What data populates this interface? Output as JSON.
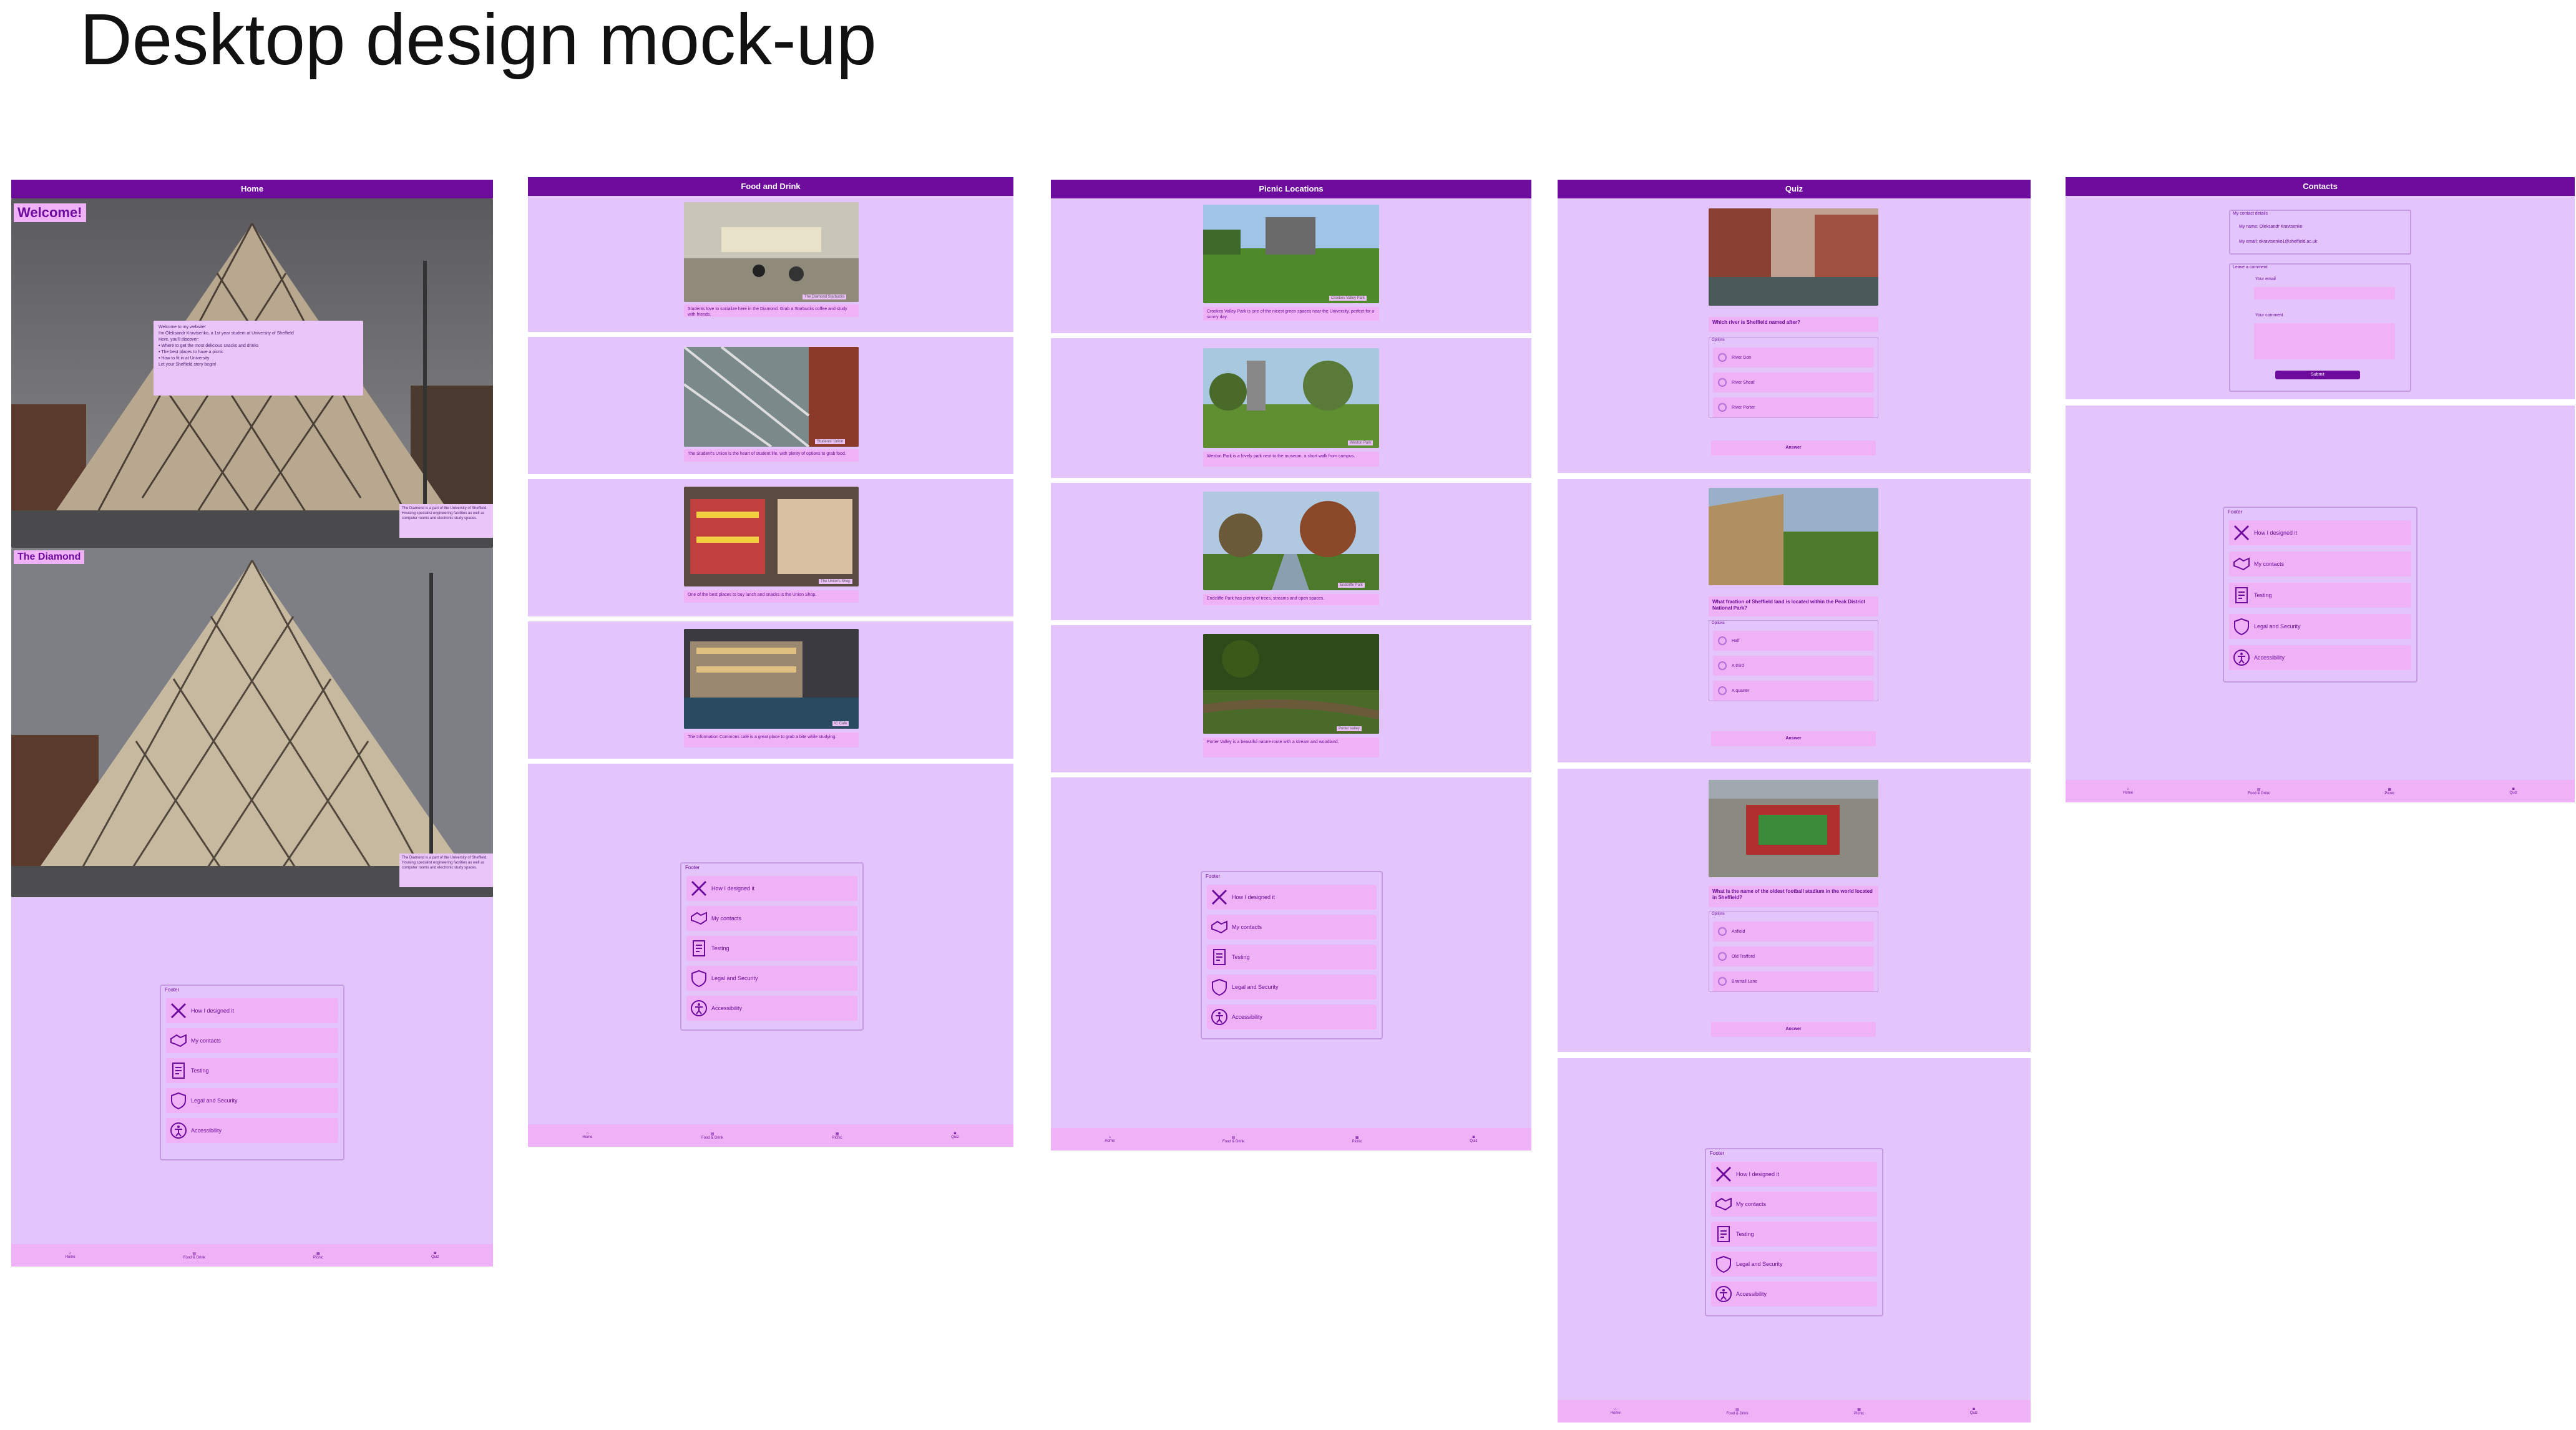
{
  "page_title": "Desktop design mock-up",
  "colors": {
    "brand": "#6c0b9c",
    "bg": "#e3c4fb",
    "accent": "#f0b2f7"
  },
  "nav": [
    {
      "label": "Home",
      "icon": "home-icon"
    },
    {
      "label": "Food & Drink",
      "icon": "food-icon"
    },
    {
      "label": "Picnic",
      "icon": "picnic-icon"
    },
    {
      "label": "Quiz",
      "icon": "quiz-icon"
    }
  ],
  "footer": {
    "label": "Footer",
    "items": [
      {
        "label": "How I designed it",
        "icon": "design-tools-icon"
      },
      {
        "label": "My contacts",
        "icon": "handshake-icon"
      },
      {
        "label": "Testing",
        "icon": "document-icon"
      },
      {
        "label": "Legal and Security",
        "icon": "shield-icon"
      },
      {
        "label": "Accessibility",
        "icon": "accessibility-icon"
      }
    ]
  },
  "home": {
    "title": "Home",
    "welcome": "Welcome!",
    "diamond_heading": "The Diamond",
    "intro_lines": [
      "Welcome to my website!",
      "I'm Oleksandr Kravtsenko, a 1st year student at University of Sheffield",
      "Here, you'll discover:",
      "• Where to get the most delicious snacks and drinks",
      "• The best places to have a picnic",
      "• How to fit in at University",
      "Let your Sheffield story begin!"
    ],
    "caption": "The Diamond is a part of the University of Sheffield. Housing specialist engineering facilities as well as computer rooms and electronic study spaces."
  },
  "food": {
    "title": "Food and Drink",
    "items": [
      {
        "caption": "Students love to socialize here in the Diamond. Grab a Starbucks coffee and study with friends.",
        "credit": "The Diamond Starbucks"
      },
      {
        "caption": "The Student's Union is the heart of student life, with plenty of options to grab food.",
        "credit": "Students' Union"
      },
      {
        "caption": "One of the best places to buy lunch and snacks is the Union Shop.",
        "credit": "The Union's Shop"
      },
      {
        "caption": "The Information Commons café is a great place to grab a bite while studying.",
        "credit": "IC Cafe"
      }
    ]
  },
  "picnic": {
    "title": "Picnic Locations",
    "items": [
      {
        "caption": "Crookes Valley Park is one of the nicest green spaces near the University, perfect for a sunny day.",
        "credit": "Crookes Valley Park"
      },
      {
        "caption": "Weston Park is a lovely park next to the museum, a short walk from campus.",
        "credit": "Weston Park"
      },
      {
        "caption": "Endcliffe Park has plenty of trees, streams and open spaces.",
        "credit": "Endcliffe Park"
      },
      {
        "caption": "Porter Valley is a beautiful nature route with a stream and woodland.",
        "credit": "Porter Valley"
      }
    ]
  },
  "quiz": {
    "title": "Quiz",
    "answer_label": "Answer",
    "options_label": "Options",
    "questions": [
      {
        "q": "Which river is Sheffield named after?",
        "options": [
          "River Don",
          "River Sheaf",
          "River Porter"
        ]
      },
      {
        "q": "What fraction of Sheffield land is located within the Peak District National Park?",
        "options": [
          "Half",
          "A third",
          "A quarter"
        ]
      },
      {
        "q": "What is the name of the oldest football stadium in the world located in Sheffield?",
        "options": [
          "Anfield",
          "Old Trafford",
          "Bramall Lane"
        ]
      }
    ]
  },
  "contacts": {
    "title": "Contacts",
    "details_label": "My contact details",
    "name_line": "My name: Oleksandr Kravtsenko",
    "email_line": "My email: okravtsenko1@sheffield.ac.uk",
    "form_label": "Leave a comment",
    "email_field": "Your email",
    "comment_field": "Your comment",
    "submit": "Submit"
  }
}
